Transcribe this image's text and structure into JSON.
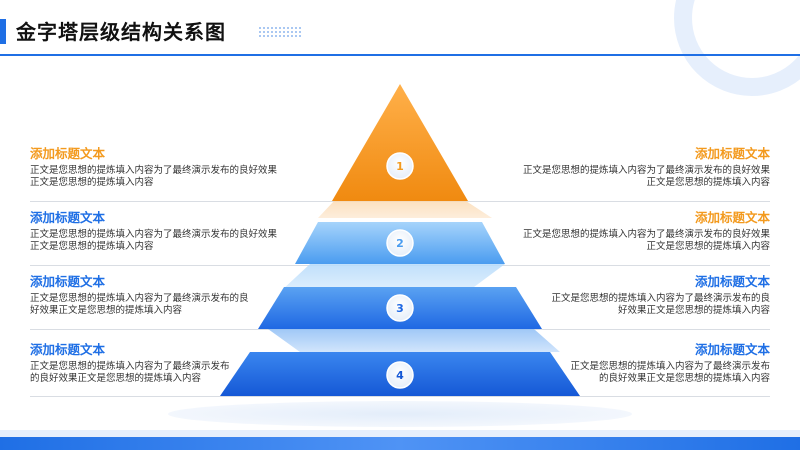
{
  "title": "金字塔层级结构关系图",
  "colors": {
    "accent": "#1f6fe5",
    "orange": "#f39a1e",
    "light_blue": "#8fc4f7"
  },
  "levels": [
    {
      "number": "1",
      "left": {
        "heading": "添加标题文本",
        "body": "正文是您思想的提炼填入内容为了最终演示发布的良好效果正文是您思想的提炼填入内容"
      },
      "right": {
        "heading": "添加标题文本",
        "body": "正文是您思想的提炼填入内容为了最终演示发布的良好效果正文是您思想的提炼填入内容"
      }
    },
    {
      "number": "2",
      "left": {
        "heading": "添加标题文本",
        "body": "正文是您思想的提炼填入内容为了最终演示发布的良好效果正文是您思想的提炼填入内容"
      },
      "right": {
        "heading": "添加标题文本",
        "body": "正文是您思想的提炼填入内容为了最终演示发布的良好效果正文是您思想的提炼填入内容"
      }
    },
    {
      "number": "3",
      "left": {
        "heading": "添加标题文本",
        "body": "正文是您思想的提炼填入内容为了最终演示发布的良好效果正文是您思想的提炼填入内容"
      },
      "right": {
        "heading": "添加标题文本",
        "body": "正文是您思想的提炼填入内容为了最终演示发布的良好效果正文是您思想的提炼填入内容"
      }
    },
    {
      "number": "4",
      "left": {
        "heading": "添加标题文本",
        "body": "正文是您思想的提炼填入内容为了最终演示发布的良好效果正文是您思想的提炼填入内容"
      },
      "right": {
        "heading": "添加标题文本",
        "body": "正文是您思想的提炼填入内容为了最终演示发布的良好效果正文是您思想的提炼填入内容"
      }
    }
  ]
}
